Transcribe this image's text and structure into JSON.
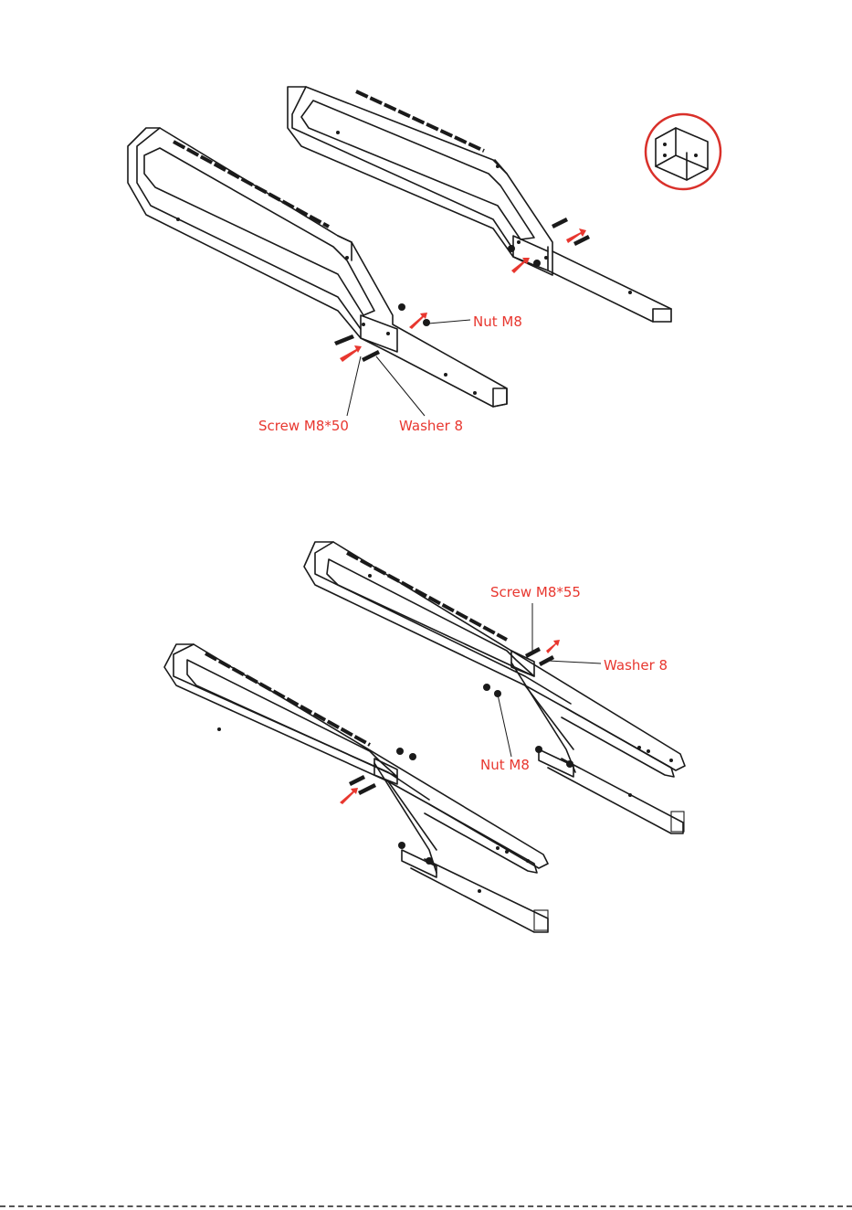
{
  "labels": {
    "step1": {
      "nut": "Nut  M8",
      "screw": "Screw  M8*50",
      "washer": "Washer 8"
    },
    "step2": {
      "screw": "Screw  M8*55",
      "washer": "Washer  8",
      "nut": "Nut  M8"
    }
  },
  "colors": {
    "label_red": "#e8372f",
    "line": "#1a1a1a",
    "badge_circle": "#d9302a"
  },
  "icons": {
    "inset_badge": "u-bracket-icon"
  }
}
